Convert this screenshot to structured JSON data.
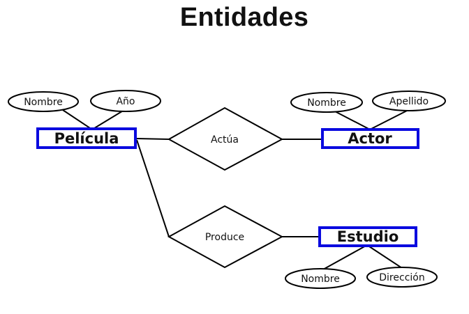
{
  "title": "Entidades",
  "colors": {
    "entity_border": "#0a0adf",
    "line": "#000000",
    "text": "#111111"
  },
  "entities": {
    "pelicula": {
      "label": "Película",
      "attributes": [
        "Nombre",
        "Año"
      ]
    },
    "actor": {
      "label": "Actor",
      "attributes": [
        "Nombre",
        "Apellido"
      ]
    },
    "estudio": {
      "label": "Estudio",
      "attributes": [
        "Nombre",
        "Dirección"
      ]
    }
  },
  "relationships": {
    "actua": {
      "label": "Actúa",
      "connects": [
        "Película",
        "Actor"
      ]
    },
    "produce": {
      "label": "Produce",
      "connects": [
        "Película",
        "Estudio"
      ]
    }
  }
}
